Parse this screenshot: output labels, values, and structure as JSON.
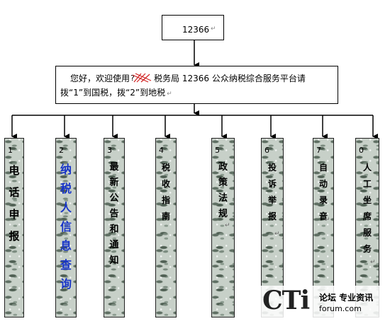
{
  "top_box": {
    "text": "12366"
  },
  "intro": {
    "line1_prefix": "您好，欢迎使用",
    "line1_suffix": "税务局 12366 公众纳税综合服务平台请",
    "line2": "拨“1”到国税，拨“2”到地税"
  },
  "services": [
    {
      "num": "1",
      "label": "电话申报"
    },
    {
      "num": "2",
      "label": "纳税人信息查询"
    },
    {
      "num": "3",
      "label": "最新公告和通知"
    },
    {
      "num": "4",
      "label": "税收指南"
    },
    {
      "num": "5",
      "label": "政策法规"
    },
    {
      "num": "6",
      "label": "投诉举报"
    },
    {
      "num": "7",
      "label": "自动录音"
    },
    {
      "num": "0",
      "label": "人工坐席服务"
    }
  ],
  "watermark": {
    "brand": "CTi",
    "line1": "论坛 专业资讯",
    "line2": "forum.com"
  },
  "colors": {
    "highlight": "#1633c8",
    "scribble": "#d02020"
  }
}
